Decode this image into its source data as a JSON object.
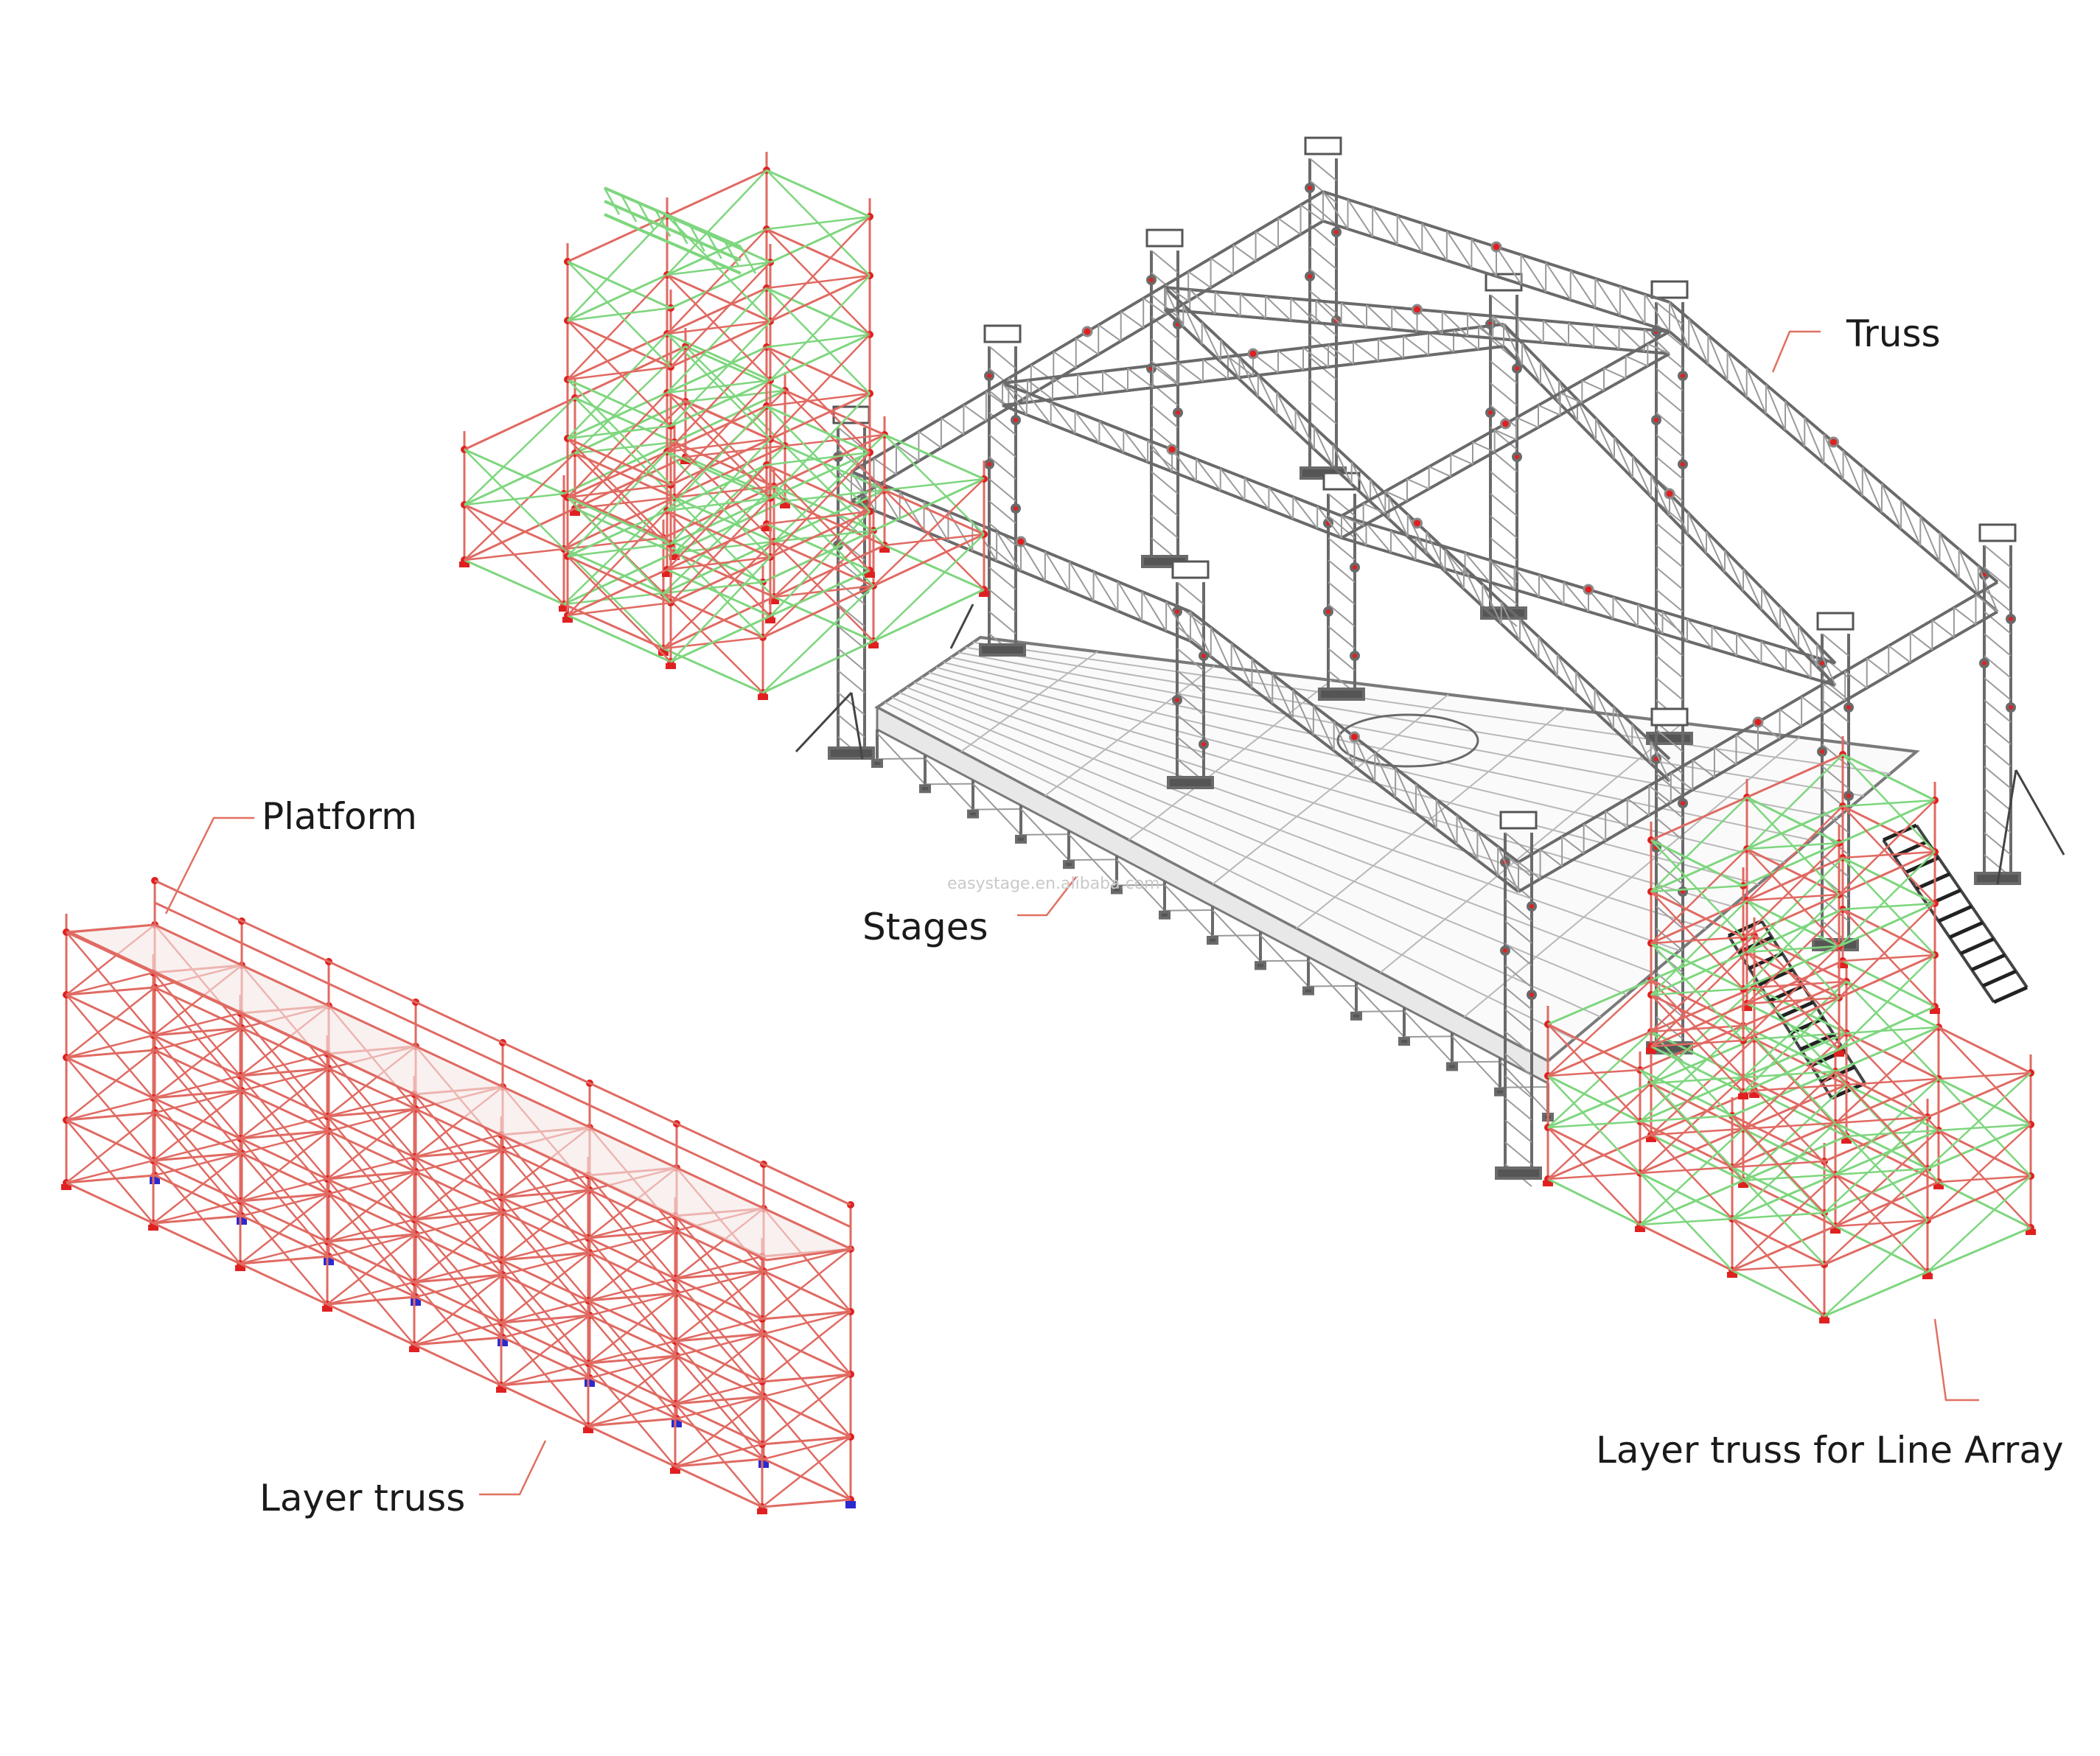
{
  "labels": {
    "truss": "Truss",
    "platform": "Platform",
    "stages": "Stages",
    "layer_truss": "Layer truss",
    "layer_truss_line_array": "Layer truss for Line Array"
  },
  "watermark": "easystage.en.alibaba.com",
  "colors": {
    "truss": "#8a8a8a",
    "scaffold_red": "#e06a62",
    "scaffold_green": "#7ed67e",
    "joint_red": "#e02020",
    "foot_blue": "#2a2ad0",
    "leader": "#e07060",
    "text": "#1a1a1a"
  },
  "icons": {
    "joint": "red-coupler-dot",
    "foot": "blue-base-plate"
  }
}
